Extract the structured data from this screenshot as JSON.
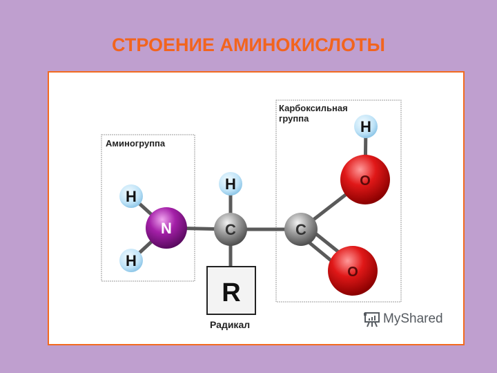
{
  "title": "СТРОЕНИЕ АМИНОКИСЛОТЫ",
  "groups": {
    "amino": {
      "label": "Аминогруппа"
    },
    "carboxyl": {
      "label_line1": "Карбоксильная",
      "label_line2": "группа"
    },
    "radical": {
      "symbol": "R",
      "label": "Радикал"
    }
  },
  "atoms": {
    "n": "N",
    "h_amino_top": "H",
    "h_amino_bottom": "H",
    "c_alpha": "C",
    "h_alpha": "H",
    "c_carboxyl": "C",
    "o_hydroxyl": "O",
    "h_hydroxyl": "H",
    "o_carbonyl": "O"
  },
  "colors": {
    "background": "#bf9fcf",
    "title": "#f2641e",
    "frame_border": "#f26a1f",
    "hydrogen": "#bfe3f7",
    "nitrogen": "#9b1aa0",
    "carbon": "#8c8c8c",
    "oxygen": "#d81414"
  },
  "watermark": {
    "text": "MyShared"
  }
}
